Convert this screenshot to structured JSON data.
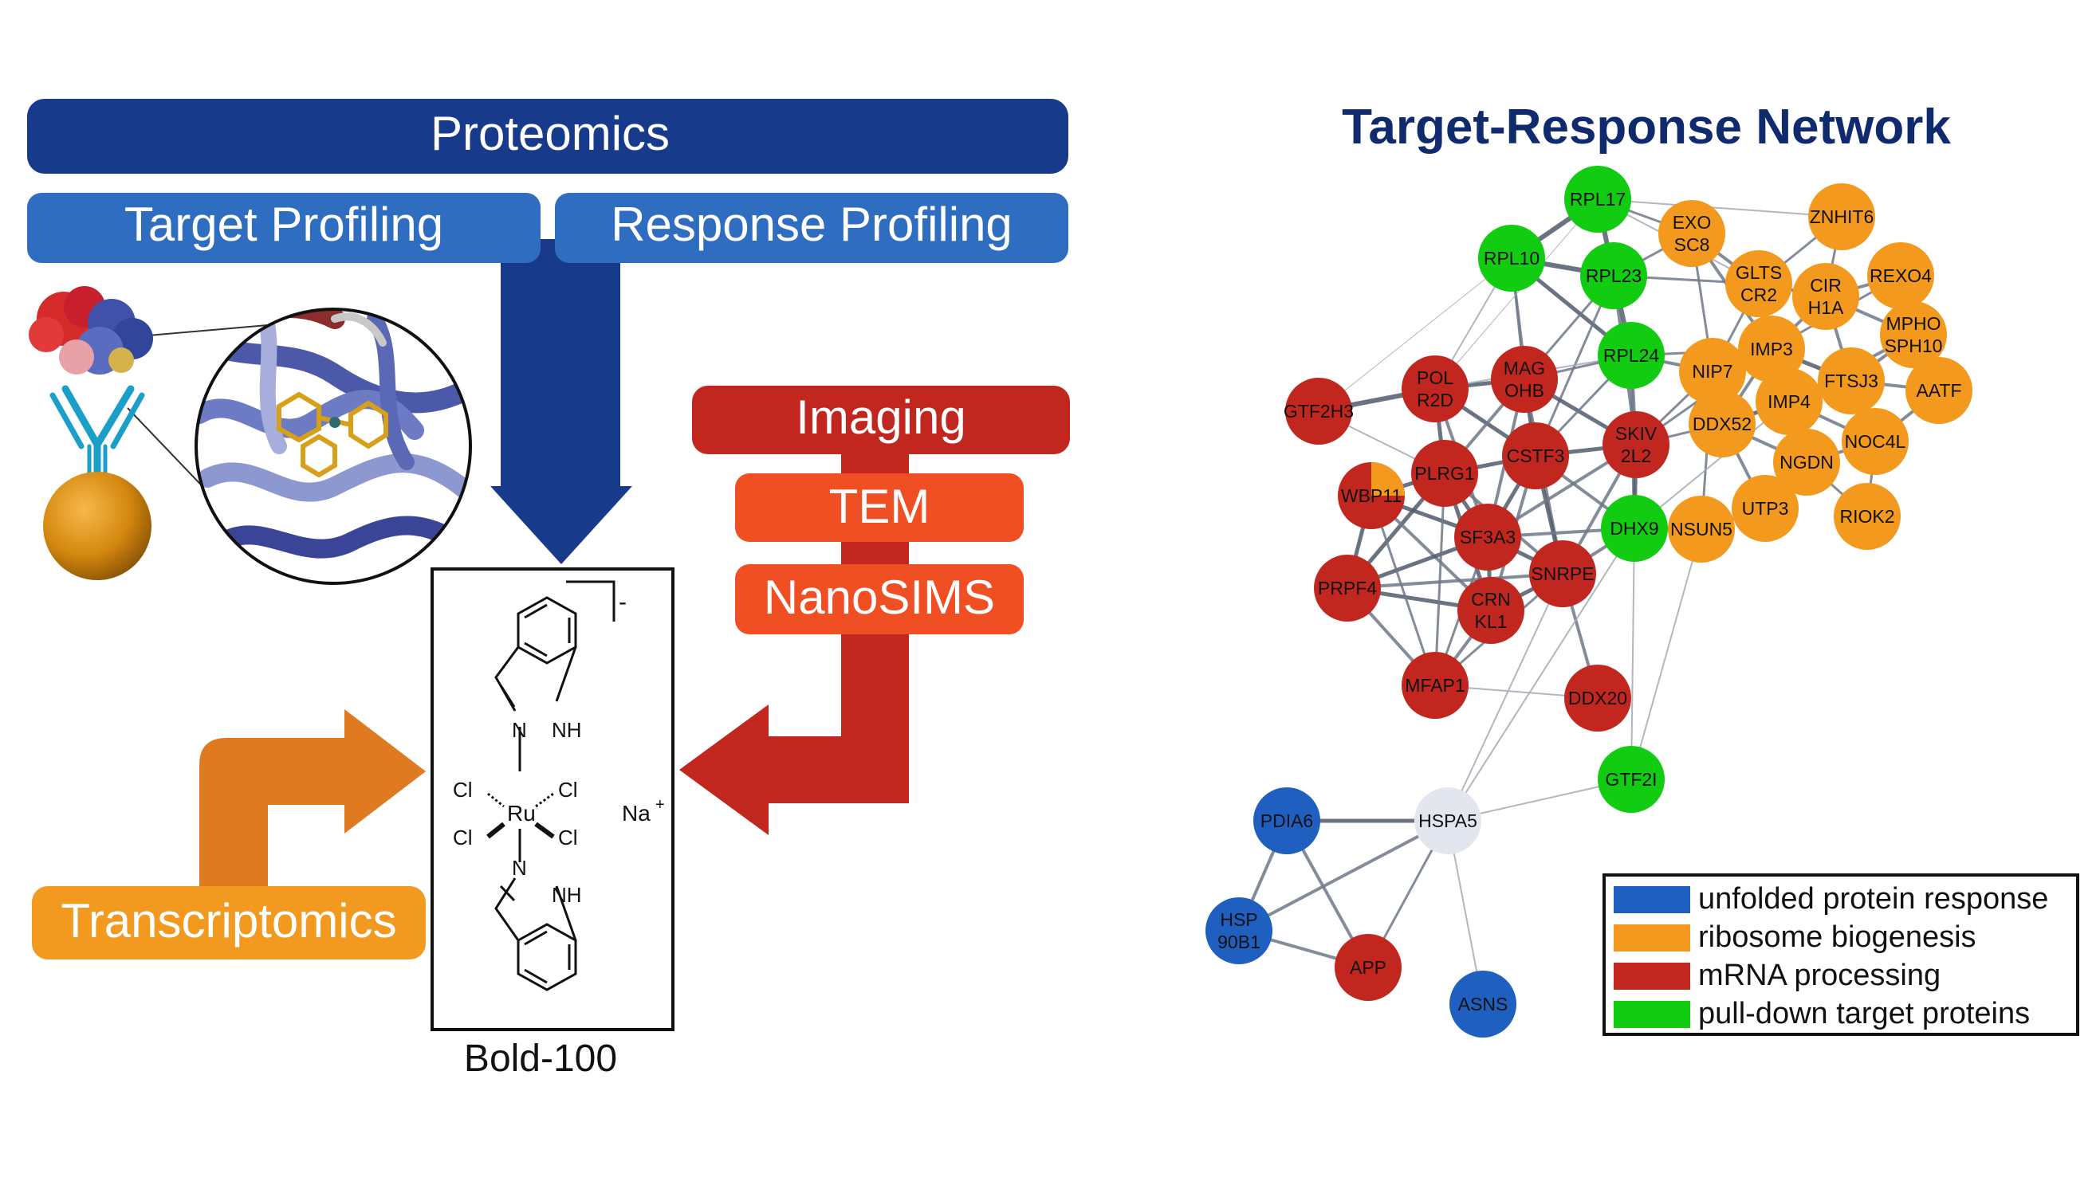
{
  "proteomics": {
    "title": "Proteomics",
    "target_label": "Target Profiling",
    "response_label": "Response Profiling"
  },
  "imaging": {
    "title": "Imaging",
    "tem": "TEM",
    "nanosims": "NanoSIMS"
  },
  "transcriptomics": {
    "label": "Transcriptomics"
  },
  "compound": {
    "name": "Bold-100",
    "charge": "-",
    "na": "Na",
    "na_charge": "+",
    "nh": "NH",
    "n": "N",
    "ru": "Ru",
    "cl": "Cl"
  },
  "network": {
    "title": "Target-Response Network",
    "legend": [
      {
        "label": "unfolded protein response",
        "color": "#1f5fbf"
      },
      {
        "label": "ribosome biogenesis",
        "color": "#f39a1e"
      },
      {
        "label": "mRNA processing",
        "color": "#c1271e"
      },
      {
        "label": "pull-down target proteins",
        "color": "#11cc11"
      }
    ],
    "nodes": [
      {
        "id": "RPL17",
        "lines": [
          "RPL17"
        ],
        "group": "green"
      },
      {
        "id": "RPL10",
        "lines": [
          "RPL10"
        ],
        "group": "green"
      },
      {
        "id": "RPL23",
        "lines": [
          "RPL23"
        ],
        "group": "green"
      },
      {
        "id": "RPL24",
        "lines": [
          "RPL24"
        ],
        "group": "green"
      },
      {
        "id": "DHX9",
        "lines": [
          "DHX9"
        ],
        "group": "green"
      },
      {
        "id": "GTF2I",
        "lines": [
          "GTF2I"
        ],
        "group": "green"
      },
      {
        "id": "EXOSC8",
        "lines": [
          "EXO",
          "SC8"
        ],
        "group": "orange"
      },
      {
        "id": "ZNHIT6",
        "lines": [
          "ZNHIT6"
        ],
        "group": "orange"
      },
      {
        "id": "GLTSCR2",
        "lines": [
          "GLTS",
          "CR2"
        ],
        "group": "orange"
      },
      {
        "id": "CIRH1A",
        "lines": [
          "CIR",
          "H1A"
        ],
        "group": "orange"
      },
      {
        "id": "REXO4",
        "lines": [
          "REXO4"
        ],
        "group": "orange"
      },
      {
        "id": "MPHOSPH10",
        "lines": [
          "MPHO",
          "SPH10"
        ],
        "group": "orange"
      },
      {
        "id": "IMP3",
        "lines": [
          "IMP3"
        ],
        "group": "orange"
      },
      {
        "id": "NIP7",
        "lines": [
          "NIP7"
        ],
        "group": "orange"
      },
      {
        "id": "FTSJ3",
        "lines": [
          "FTSJ3"
        ],
        "group": "orange"
      },
      {
        "id": "AATF",
        "lines": [
          "AATF"
        ],
        "group": "orange"
      },
      {
        "id": "IMP4",
        "lines": [
          "IMP4"
        ],
        "group": "orange"
      },
      {
        "id": "DDX52",
        "lines": [
          "DDX52"
        ],
        "group": "orange"
      },
      {
        "id": "NOC4L",
        "lines": [
          "NOC4L"
        ],
        "group": "orange"
      },
      {
        "id": "NGDN",
        "lines": [
          "NGDN"
        ],
        "group": "orange"
      },
      {
        "id": "UTP3",
        "lines": [
          "UTP3"
        ],
        "group": "orange"
      },
      {
        "id": "RIOK2",
        "lines": [
          "RIOK2"
        ],
        "group": "orange"
      },
      {
        "id": "NSUN5",
        "lines": [
          "NSUN5"
        ],
        "group": "orange"
      },
      {
        "id": "GTF2H3",
        "lines": [
          "GTF2H3"
        ],
        "group": "red"
      },
      {
        "id": "POLR2D",
        "lines": [
          "POL",
          "R2D"
        ],
        "group": "red"
      },
      {
        "id": "MAGOHB",
        "lines": [
          "MAG",
          "OHB"
        ],
        "group": "red"
      },
      {
        "id": "SKIV2L2",
        "lines": [
          "SKIV",
          "2L2"
        ],
        "group": "red"
      },
      {
        "id": "CSTF3",
        "lines": [
          "CSTF3"
        ],
        "group": "red"
      },
      {
        "id": "PLRG1",
        "lines": [
          "PLRG1"
        ],
        "group": "red"
      },
      {
        "id": "WBP11",
        "lines": [
          "WBP11"
        ],
        "group": "red-orange"
      },
      {
        "id": "SF3A3",
        "lines": [
          "SF3A3"
        ],
        "group": "red"
      },
      {
        "id": "PRPF4",
        "lines": [
          "PRPF4"
        ],
        "group": "red"
      },
      {
        "id": "CRNKL1",
        "lines": [
          "CRN",
          "KL1"
        ],
        "group": "red"
      },
      {
        "id": "SNRPE",
        "lines": [
          "SNRPE"
        ],
        "group": "red"
      },
      {
        "id": "MFAP1",
        "lines": [
          "MFAP1"
        ],
        "group": "red"
      },
      {
        "id": "DDX20",
        "lines": [
          "DDX20"
        ],
        "group": "red"
      },
      {
        "id": "HSPA5",
        "lines": [
          "HSPA5"
        ],
        "group": "gray"
      },
      {
        "id": "PDIA6",
        "lines": [
          "PDIA6"
        ],
        "group": "blue"
      },
      {
        "id": "HSP90B1",
        "lines": [
          "HSP",
          "90B1"
        ],
        "group": "blue"
      },
      {
        "id": "APP",
        "lines": [
          "APP"
        ],
        "group": "red"
      },
      {
        "id": "ASNS",
        "lines": [
          "ASNS"
        ],
        "group": "blue"
      }
    ]
  }
}
